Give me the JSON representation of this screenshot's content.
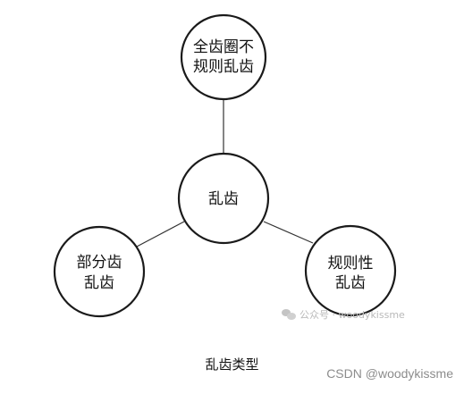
{
  "diagram": {
    "center": {
      "lines": [
        "乱齿"
      ]
    },
    "top": {
      "lines": [
        "全齿圈不",
        "规则乱齿"
      ]
    },
    "left": {
      "lines": [
        "部分齿",
        "乱齿"
      ]
    },
    "right": {
      "lines": [
        "规则性",
        "乱齿"
      ]
    }
  },
  "caption": "乱齿类型",
  "watermark": {
    "text": "公众号 · woodykissme",
    "icon": "wechat-icon"
  },
  "credit": "CSDN @woodykissme"
}
